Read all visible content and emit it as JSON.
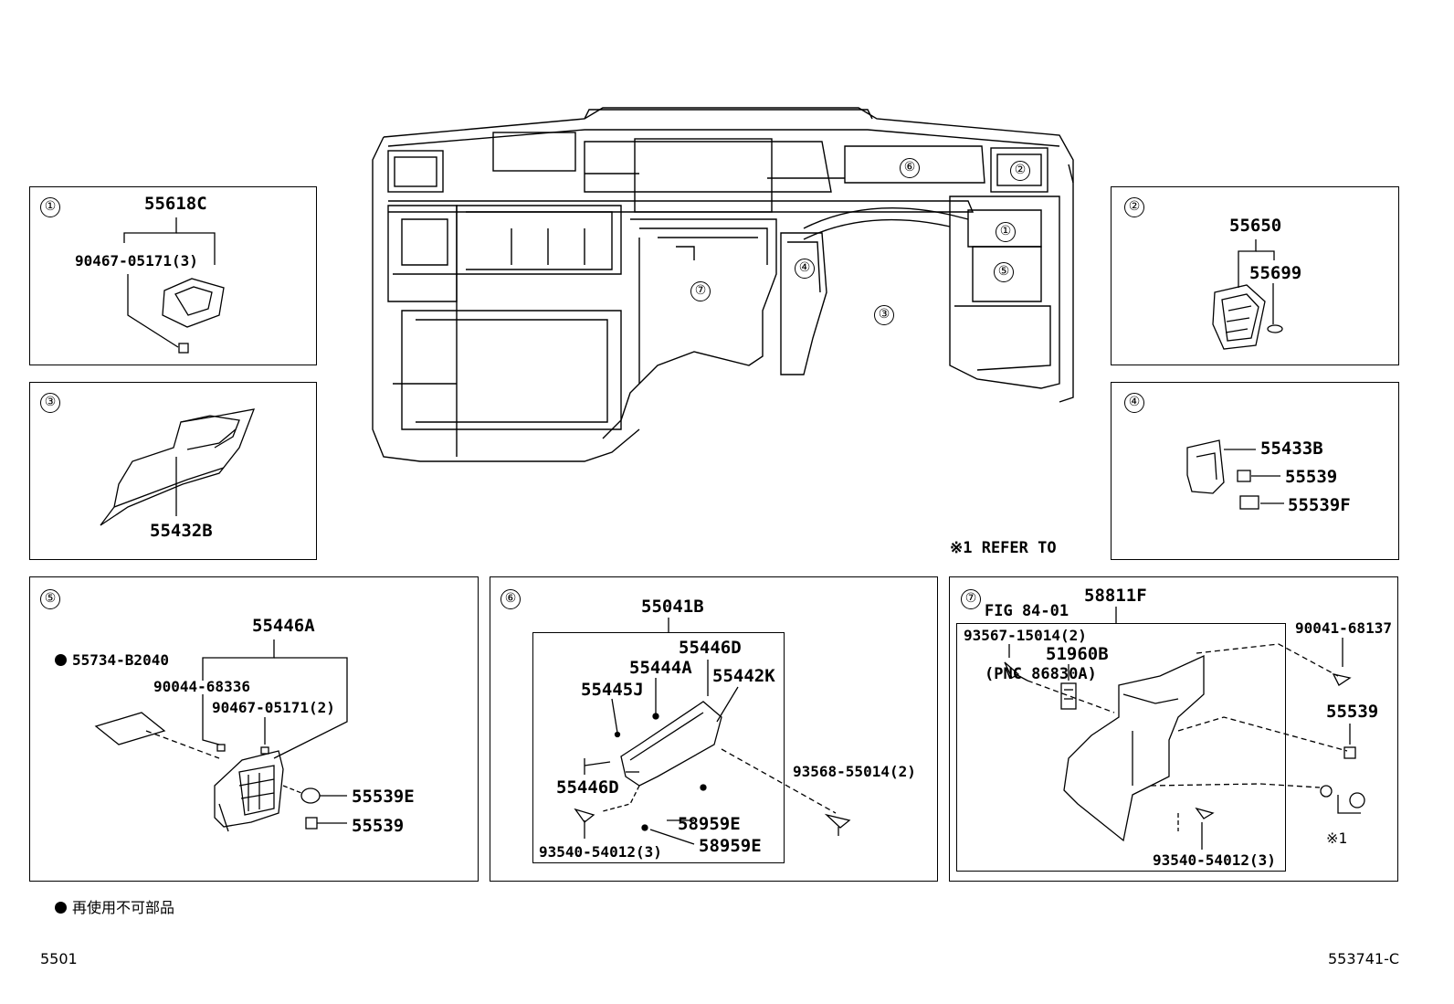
{
  "callouts": [
    "①",
    "②",
    "③",
    "④",
    "⑤",
    "⑥",
    "⑦"
  ],
  "panel1": {
    "part_main": "55618C",
    "part_fastener": "90467-05171(3)"
  },
  "panel2": {
    "part_main": "55650",
    "part_sub": "55699"
  },
  "panel3": {
    "part_main": "55432B"
  },
  "panel4": {
    "part_main": "55433B",
    "part_a": "55539",
    "part_b": "55539F"
  },
  "refer_note": {
    "line1": "※1 REFER TO",
    "line2": "FIG 84-01",
    "line3": "(PNC 86830A)"
  },
  "panel5": {
    "non_reusable": "55734-B2040",
    "part_main": "55446A",
    "fastener_a": "90044-68336",
    "fastener_b": "90467-05171(2)",
    "part_e": "55539E",
    "part_f": "55539"
  },
  "panel6": {
    "part_main": "55041B",
    "p_d": "55446D",
    "p_a": "55444A",
    "p_k": "55442K",
    "p_j": "55445J",
    "p_d2": "55446D",
    "p_screw": "93568-55014(2)",
    "p_e1": "58959E",
    "p_e2": "58959E",
    "p_clip": "93540-54012(3)"
  },
  "panel7": {
    "part_main": "58811F",
    "p_screw": "93567-15014(2)",
    "p_b": "51960B",
    "p_clip_r": "90041-68137",
    "p_539": "55539",
    "p_clip": "93540-54012(3)",
    "p_ref": "※1"
  },
  "footer": {
    "legend": "再使用不可部品",
    "page_code": "5501",
    "diagram_code": "553741-C"
  }
}
